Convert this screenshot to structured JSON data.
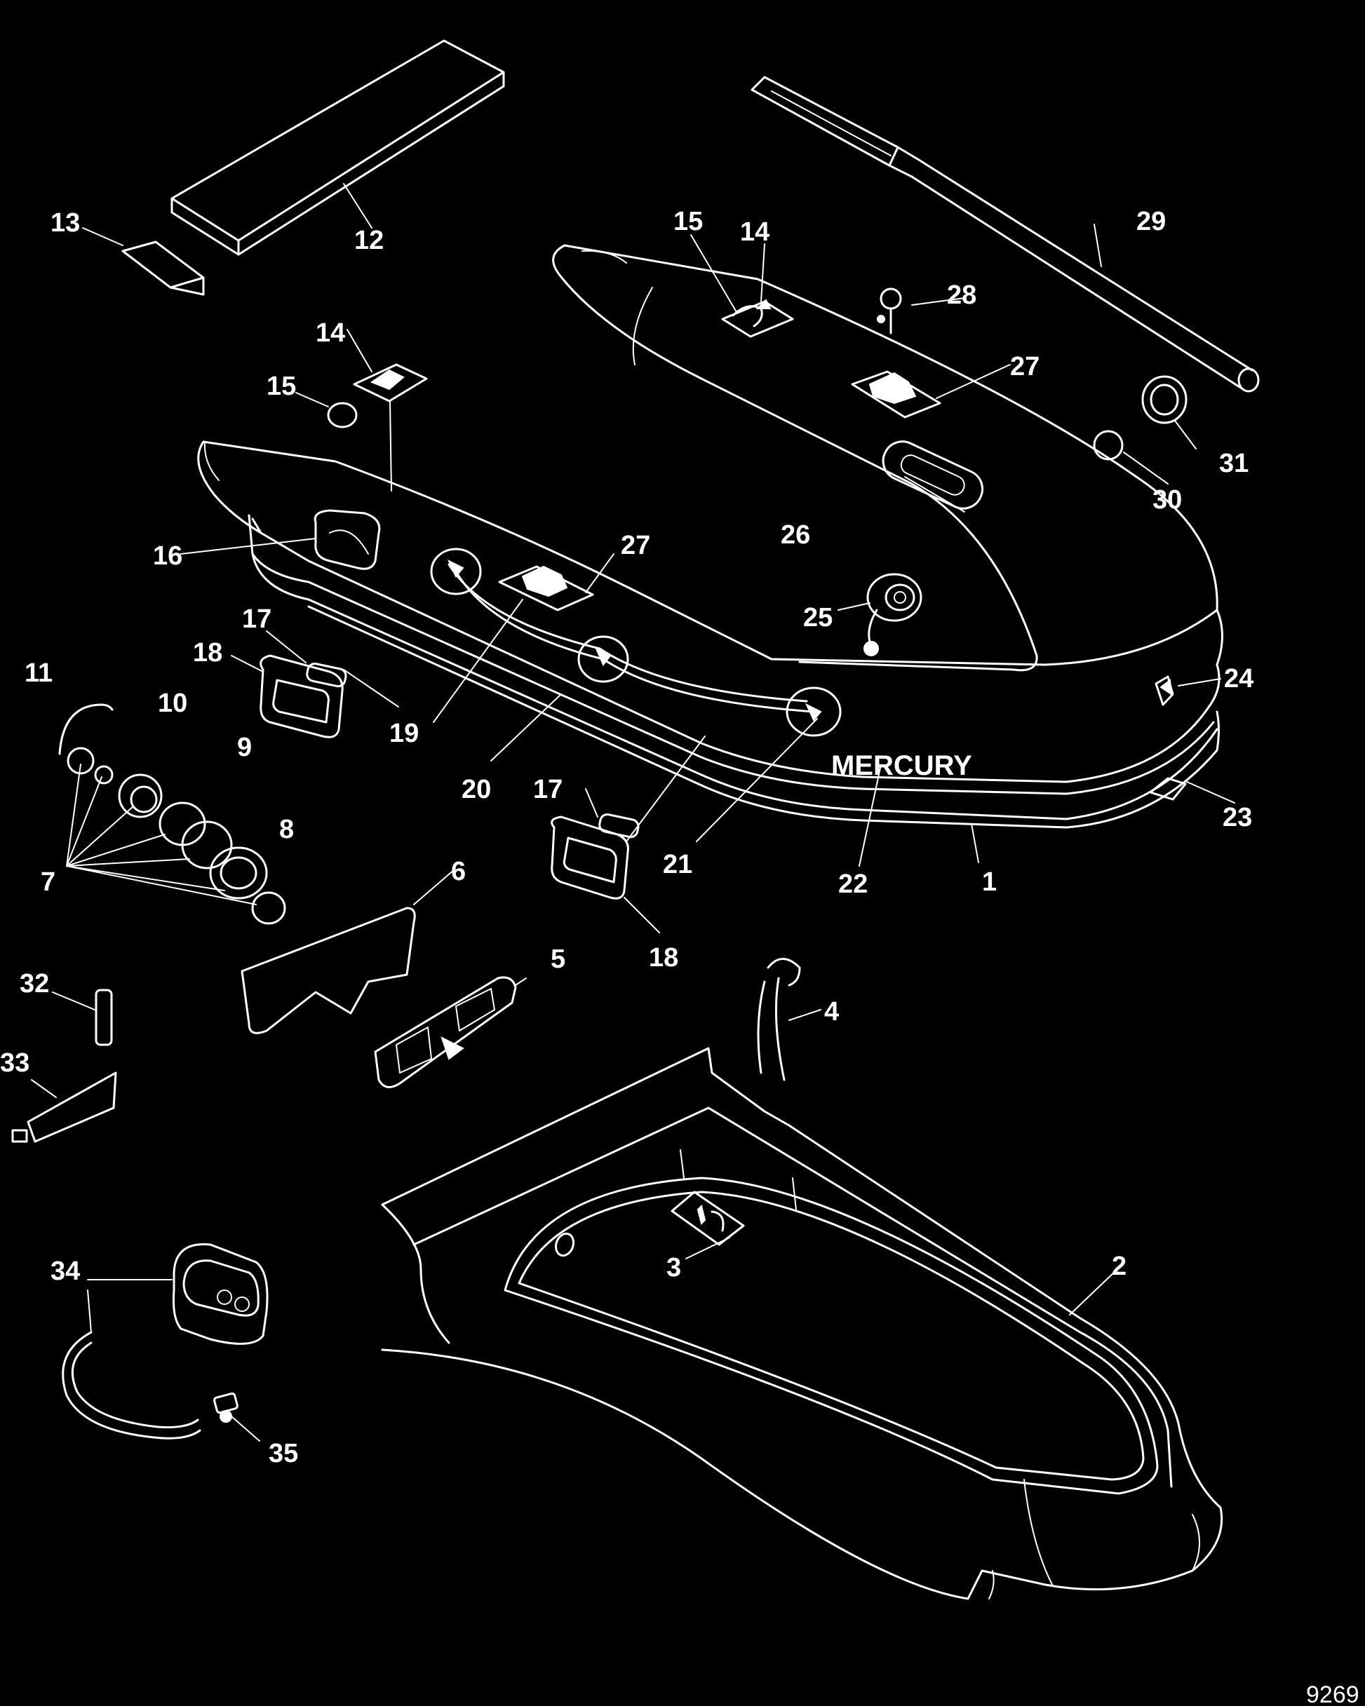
{
  "diagram": {
    "brand_text": "MERCURY",
    "figure_number": "9269",
    "callouts": [
      "1",
      "2",
      "3",
      "4",
      "5",
      "6",
      "7",
      "8",
      "9",
      "10",
      "11",
      "12",
      "13",
      "14",
      "15",
      "14",
      "15",
      "16",
      "17",
      "17",
      "18",
      "18",
      "19",
      "20",
      "21",
      "22",
      "23",
      "24",
      "25",
      "26",
      "27",
      "27",
      "28",
      "29",
      "30",
      "31",
      "32",
      "33",
      "34",
      "35"
    ],
    "colors": {
      "background": "#000000",
      "linework": "#ffffff"
    }
  }
}
